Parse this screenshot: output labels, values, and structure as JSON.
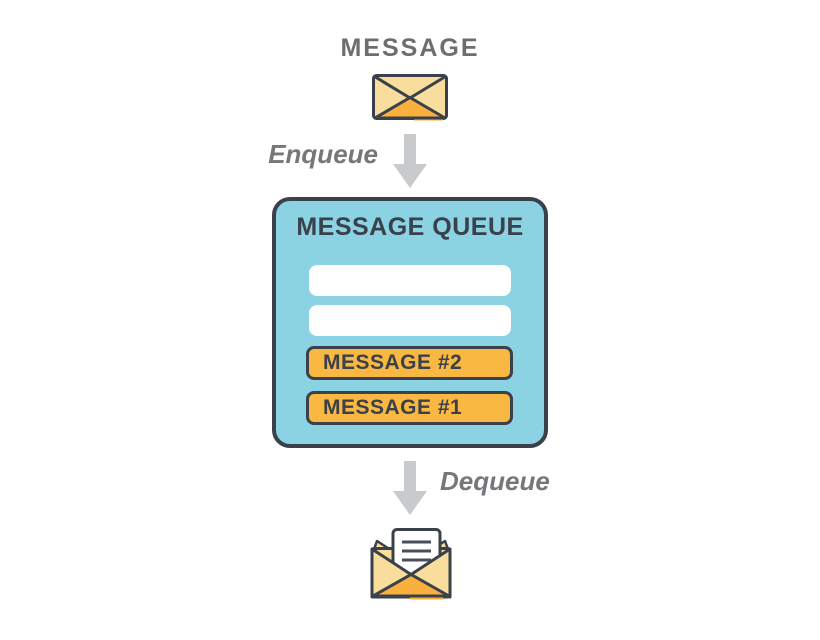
{
  "title": {
    "text": "MESSAGE"
  },
  "labels": {
    "enqueue": "Enqueue",
    "dequeue": "Dequeue"
  },
  "queue": {
    "title": "MESSAGE QUEUE",
    "slots": [
      {
        "label": "",
        "filled": false
      },
      {
        "label": "",
        "filled": false
      },
      {
        "label": "MESSAGE #2",
        "filled": true
      },
      {
        "label": "MESSAGE #1",
        "filled": true
      }
    ]
  },
  "icons": {
    "top": "closed-envelope-icon",
    "bottom": "open-envelope-icon",
    "flow": "arrow-down-icon"
  },
  "colors": {
    "queue_fill": "#8BD2E2",
    "outline_dark": "#3A414B",
    "slot_orange": "#F9B841",
    "envelope_yellow": "#F8DD9C",
    "envelope_orange": "#F9B03C",
    "arrow_gray": "#C9CACB",
    "heading_gray": "#6D6E71",
    "label_gray": "#76777B",
    "slot_white": "#FFFFFF"
  }
}
